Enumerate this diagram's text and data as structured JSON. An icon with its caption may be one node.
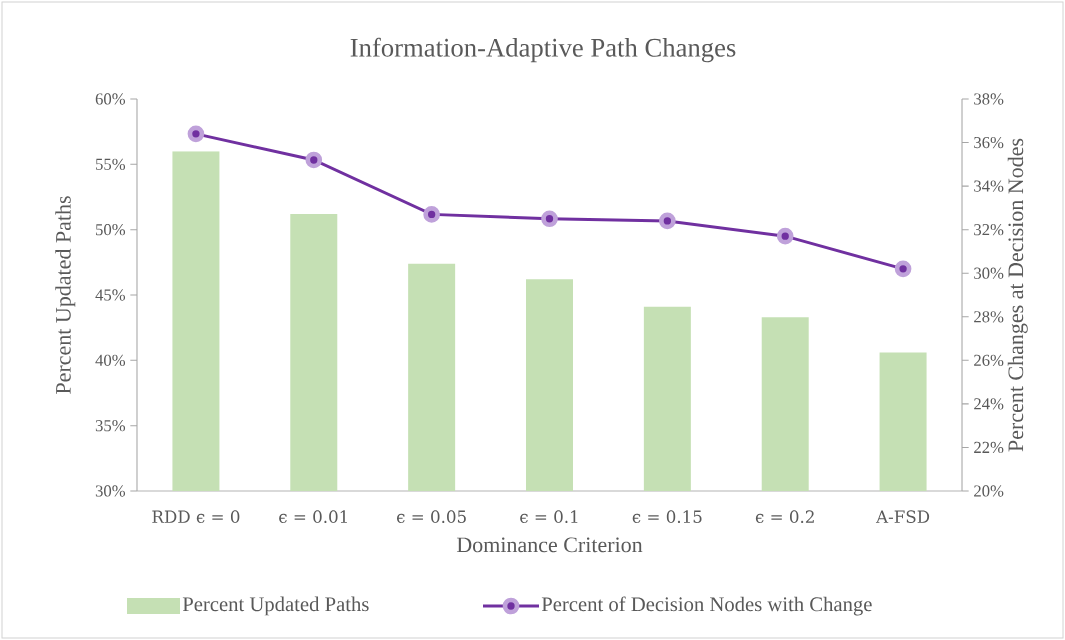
{
  "diagram": {
    "chart_data": {
      "type": "bar",
      "title": "Information-Adaptive Path Changes",
      "xlabel": "Dominance Criterion",
      "ylabel": "Percent Updated Paths",
      "y2label": "Percent Changes at Decision Nodes",
      "categories": [
        "RDD ϵ = 0",
        "ϵ = 0.01",
        "ϵ = 0.05",
        "ϵ = 0.1",
        "ϵ = 0.15",
        "ϵ = 0.2",
        "A-FSD"
      ],
      "series": [
        {
          "name": "Percent Updated Paths",
          "axis": "y",
          "color": "#c5e0b4",
          "values": [
            56.0,
            51.2,
            47.4,
            46.2,
            44.1,
            43.3,
            40.6
          ]
        },
        {
          "name": "Percent of Decision Nodes with Change",
          "type": "line",
          "axis": "y2",
          "marker": "circle",
          "color": "#7030a0",
          "values": [
            36.4,
            35.2,
            32.7,
            32.5,
            32.4,
            31.7,
            30.2
          ]
        }
      ],
      "legend": "bottom",
      "ylim": [
        30,
        60
      ],
      "yticks": [
        {
          "value": 30,
          "label": "30%"
        },
        {
          "value": 35,
          "label": "35%"
        },
        {
          "value": 40,
          "label": "40%"
        },
        {
          "value": 45,
          "label": "45%"
        },
        {
          "value": 50,
          "label": "50%"
        },
        {
          "value": 55,
          "label": "55%"
        },
        {
          "value": 60,
          "label": "60%"
        }
      ],
      "y2lim": [
        20,
        38
      ],
      "y2ticks": [
        {
          "value": 20,
          "label": "20%"
        },
        {
          "value": 22,
          "label": "22%"
        },
        {
          "value": 24,
          "label": "24%"
        },
        {
          "value": 26,
          "label": "26%"
        },
        {
          "value": 28,
          "label": "28%"
        },
        {
          "value": 30,
          "label": "30%"
        },
        {
          "value": 32,
          "label": "32%"
        },
        {
          "value": 34,
          "label": "34%"
        },
        {
          "value": 36,
          "label": "36%"
        },
        {
          "value": 38,
          "label": "38%"
        }
      ]
    }
  }
}
